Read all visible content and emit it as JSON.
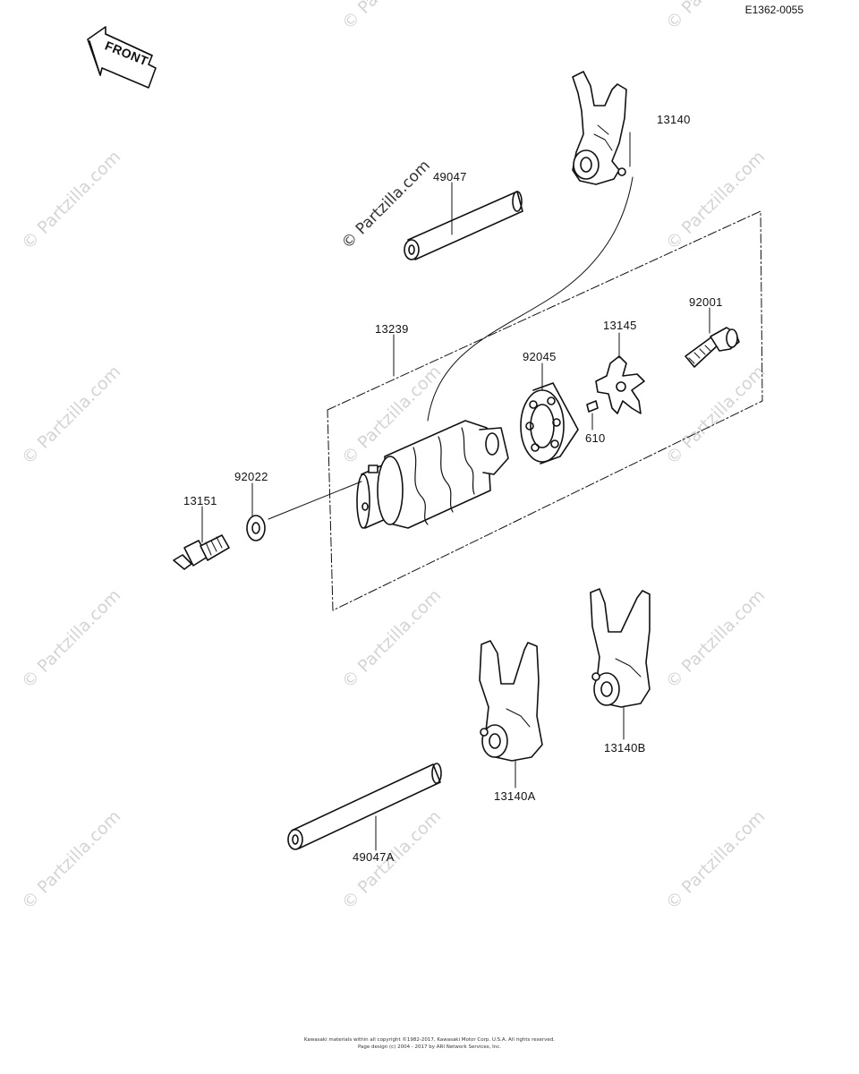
{
  "diagram_id": "E1362-0055",
  "front_arrow_label": "FRONT",
  "watermark_text": "© Partzilla.com",
  "parts": [
    {
      "number": "13140",
      "name": "shift-fork-13140"
    },
    {
      "number": "49047",
      "name": "shift-rod-49047"
    },
    {
      "number": "13239",
      "name": "shift-drum-13239"
    },
    {
      "number": "92045",
      "name": "bearing-92045"
    },
    {
      "number": "13145",
      "name": "operating-plate-13145"
    },
    {
      "number": "92001",
      "name": "bolt-92001"
    },
    {
      "number": "610",
      "name": "pin-610"
    },
    {
      "number": "92022",
      "name": "washer-92022"
    },
    {
      "number": "13151",
      "name": "neutral-switch-13151"
    },
    {
      "number": "13140A",
      "name": "shift-fork-13140a"
    },
    {
      "number": "13140B",
      "name": "shift-fork-13140b"
    },
    {
      "number": "49047A",
      "name": "shift-rod-49047a"
    }
  ],
  "footer": {
    "line1": "Kawasaki materials within all copyright ©1982-2017, Kawasaki Motor Corp. U.S.A. All rights reserved.",
    "line2": "Page design (c) 2004 - 2017 by ARI Network Services, Inc."
  }
}
